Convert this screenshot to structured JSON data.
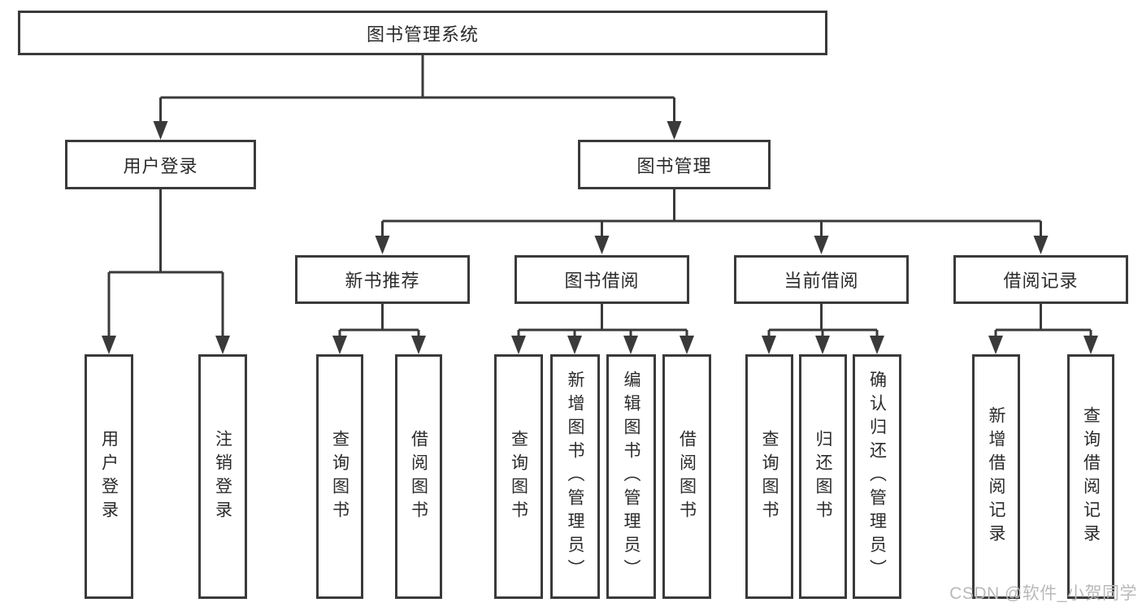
{
  "colors": {
    "line": "#3a3a3a",
    "text": "#2b2b2b",
    "watermark": "#b9b9b9",
    "canvas-bg": "#ffffff"
  },
  "tree": {
    "label": "图书管理系统",
    "children": [
      {
        "label": "用户登录",
        "children": [
          {
            "label": "用户登录"
          },
          {
            "label": "注销登录"
          }
        ]
      },
      {
        "label": "图书管理",
        "children": [
          {
            "label": "新书推荐",
            "children": [
              {
                "label": "查询图书"
              },
              {
                "label": "借阅图书"
              }
            ]
          },
          {
            "label": "图书借阅",
            "children": [
              {
                "label": "查询图书"
              },
              {
                "label": "新增图书（管理员）"
              },
              {
                "label": "编辑图书（管理员）"
              },
              {
                "label": "借阅图书"
              }
            ]
          },
          {
            "label": "当前借阅",
            "children": [
              {
                "label": "查询图书"
              },
              {
                "label": "归还图书"
              },
              {
                "label": "确认归还（管理员）"
              }
            ]
          },
          {
            "label": "借阅记录",
            "children": [
              {
                "label": "新增借阅记录"
              },
              {
                "label": "查询借阅记录"
              }
            ]
          }
        ]
      }
    ]
  },
  "watermark": "CSDN @软件_小贺同学"
}
